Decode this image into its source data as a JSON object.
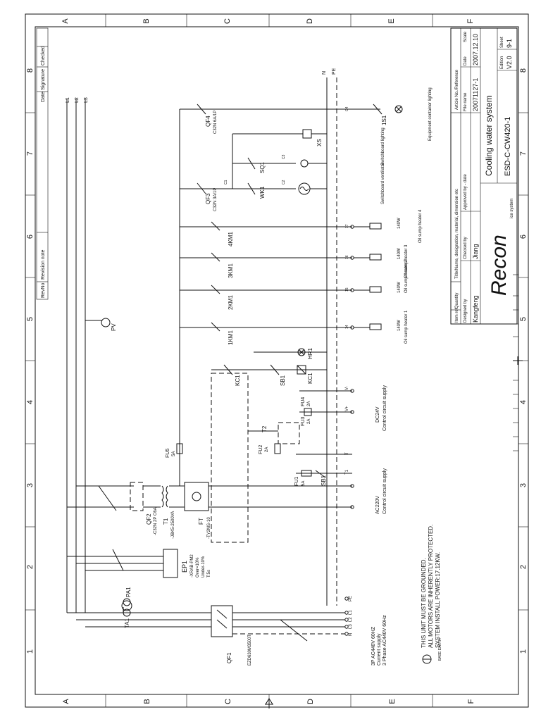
{
  "frame": {
    "row_letters": [
      "A",
      "B",
      "C",
      "D",
      "E",
      "F"
    ],
    "col_numbers": [
      "1",
      "2",
      "3",
      "4",
      "5",
      "6",
      "7",
      "8"
    ]
  },
  "revision_table": {
    "headers": [
      "RevNo",
      "Revision note",
      "Date",
      "Signature",
      "Checked"
    ]
  },
  "title_block": {
    "item_headers": [
      "Item ref",
      "Quantity",
      "Title/Name, designation, material, dimension etc",
      "Article No./Reference"
    ],
    "designed_by_label": "Designed by",
    "designed_by": "Kangfeng",
    "checked_by_label": "Checked by",
    "checked_by": "Jiang",
    "approved_label": "Approved by - date",
    "file_name_label": "File name",
    "file_name": "20071127-1",
    "date_label": "Date",
    "date": "2007.12.10",
    "scale_label": "Scale",
    "company": "Recon",
    "company_sub": "ice system",
    "title": "Cooling water system",
    "drawing_no": "ESD-C-CW420-1",
    "edition_label": "Edition",
    "edition": "V2.0",
    "sheet_label": "Sheet",
    "sheet": "9-1"
  },
  "bus_labels": [
    "L1",
    "L2",
    "L3",
    "N",
    "PE"
  ],
  "components": {
    "qf1": "QF1",
    "qf1_model": "EZD630M3500T",
    "ta1": "TA1",
    "pa1": "PA1",
    "ep1": "EP1",
    "ep1_model": "-XRAB-PM2",
    "ep1_over": "Over=10%",
    "ep1_under": "Under-10%",
    "ep1_t": "T:5s",
    "qf2": "QF2",
    "qf2_model": "-C32N 2P C6A",
    "t1": "T1",
    "t1_model": "-JBK5-2500VA",
    "ft": "FT",
    "ft_model": "-TY2MS-10",
    "fu5": "FU5",
    "fu5_rating": "5A",
    "fu1": "FU1",
    "fu1_rating": "5A",
    "fu2": "FU2",
    "fu2_rating": "2A",
    "fu3": "FU3",
    "fu3_rating": "2A",
    "fu4": "FU4",
    "fu4_rating": "2A",
    "t2": "T2",
    "sb1": "SB1",
    "sb1b": "SB1",
    "kc1_contact": "KC1",
    "kc1_coil": "KC1",
    "hr1": "HR1",
    "pv": "PV",
    "km1": "1KM1",
    "km2": "2KM1",
    "km3": "3KM1",
    "km4": "4KM1",
    "qf3": "QF3",
    "qf3_model": "C32N 3A/1P",
    "qf4": "QF4",
    "qf4_model": "C32N 6A/1P",
    "wk1": "WK1",
    "sq1": "SQ1",
    "xs": "XS",
    "is1": "1S1"
  },
  "loads": {
    "ac220_title": "Control circuit supply",
    "ac220_sub": "AC220V",
    "dc24_title": "Control circuit supply",
    "dc24_sub": "DC24V",
    "heater1": "Oil sump heater 1",
    "heater2": "Oil sump heater 2",
    "heater3": "Oil sump heater 3",
    "heater4": "Oil sump heater 4",
    "heater_power": "140W",
    "ventilator": "Switchboard ventilator",
    "lighting": "Switchboard lighting",
    "container_light": "Equipment container lighting",
    "supply_l1": "3P AC440V 60HZ",
    "supply_l2": "Current supply",
    "supply_l3": "3 Phase AC440V 60Hz"
  },
  "notes": {
    "n1": "THIS UNIT MUST BE GROUNDED.",
    "n2": "ALL MOTORS ARE INHERENTLY PROTECTED.",
    "n3": "SYSTEM INSTALL POWER:17.12KW.",
    "earth": "BASE EARTH"
  },
  "terminals": {
    "supply": [
      "L1",
      "L2",
      "L3",
      "N",
      "PE"
    ],
    "ctrl_220": [
      "T",
      "T1"
    ],
    "ctrl_24": [
      "V-",
      "V+"
    ],
    "heaters": [
      "14",
      "15",
      "16",
      "17"
    ],
    "aux": [
      "C1",
      "C2",
      "C3",
      "C4"
    ]
  }
}
